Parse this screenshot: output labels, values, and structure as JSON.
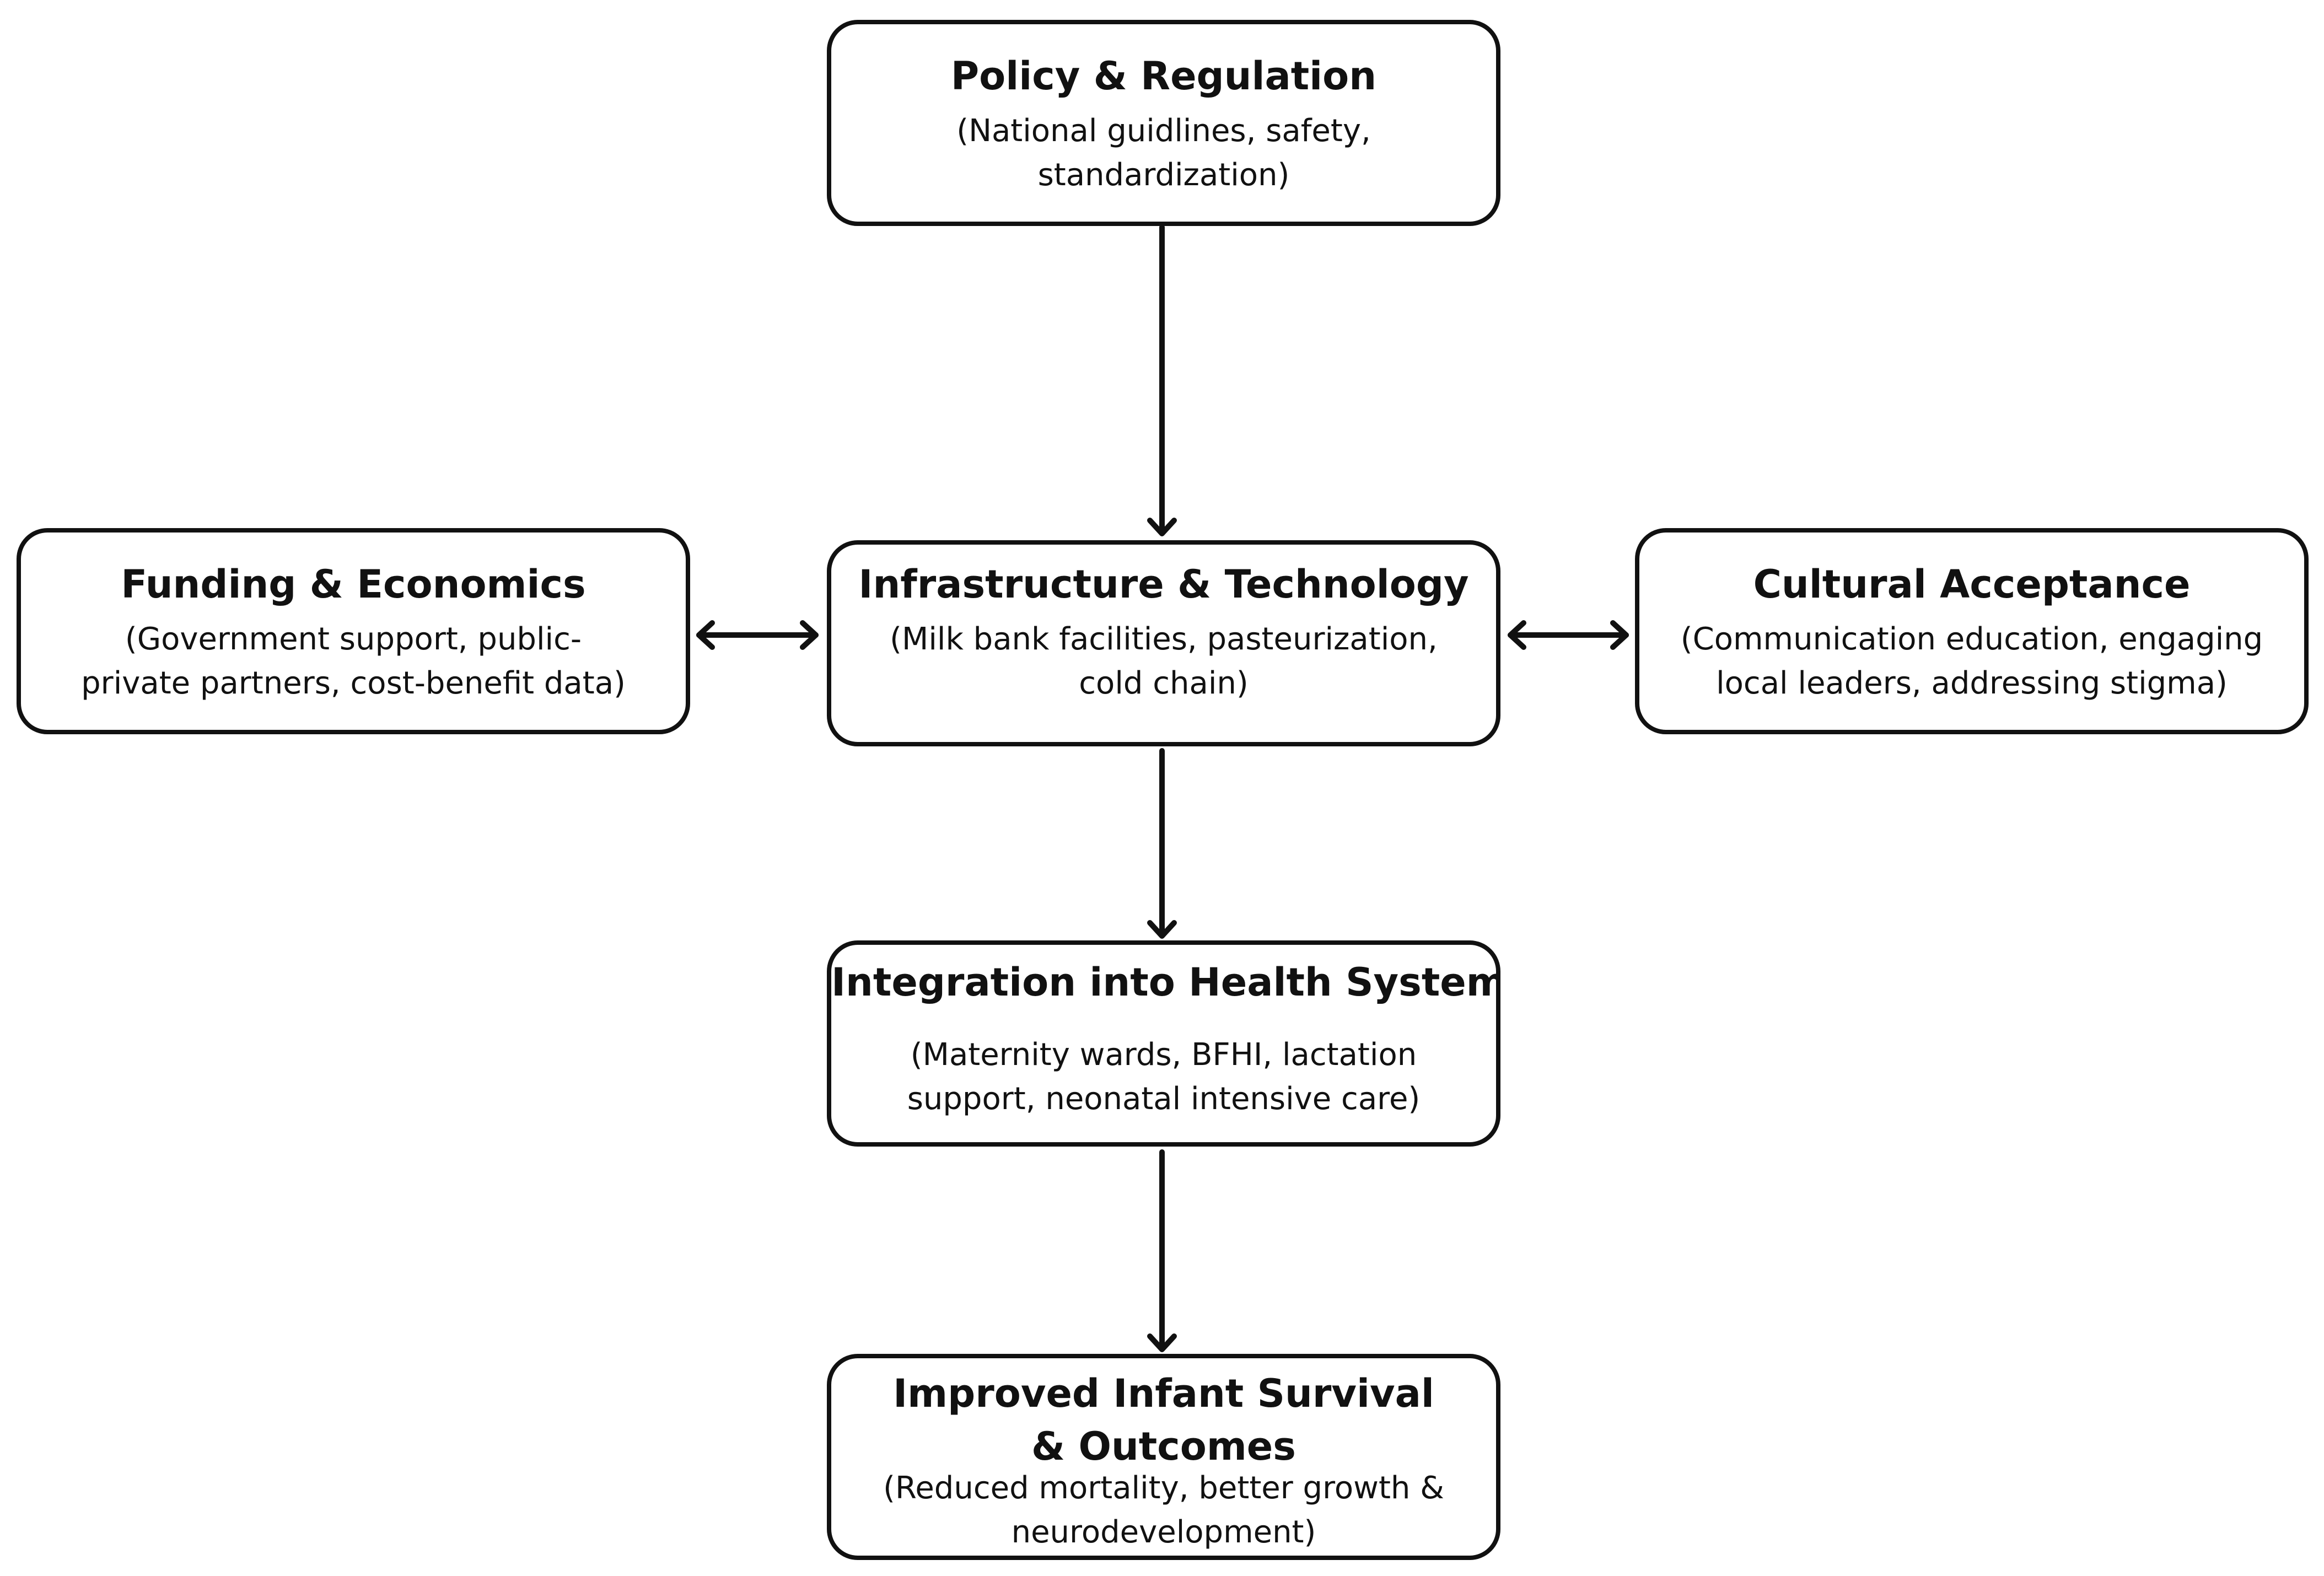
{
  "diagram": {
    "nodes": {
      "policy": {
        "title": "Policy & Regulation",
        "description": "(National guidlines, safety, standardization)"
      },
      "funding": {
        "title": "Funding & Economics",
        "description": "(Government support, public-private partners, cost-benefit data)"
      },
      "infrastructure": {
        "title": "Infrastructure & Technology",
        "description": "(Milk bank facilities, pasteurization, cold chain)"
      },
      "cultural": {
        "title": "Cultural Acceptance",
        "description": "(Communication education, engaging local leaders, addressing stigma)"
      },
      "integration": {
        "title": "Integration into Health Systems",
        "description": "(Maternity wards, BFHI, lactation support, neonatal intensive care)"
      },
      "outcomes": {
        "title": "Improved Infant Survival & Outcomes",
        "description": "(Reduced mortality, better growth & neurodevelopment)"
      }
    },
    "edges": [
      {
        "from": "policy",
        "to": "infrastructure",
        "direction": "forward"
      },
      {
        "from": "funding",
        "to": "infrastructure",
        "direction": "both"
      },
      {
        "from": "infrastructure",
        "to": "cultural",
        "direction": "both"
      },
      {
        "from": "infrastructure",
        "to": "integration",
        "direction": "forward"
      },
      {
        "from": "integration",
        "to": "outcomes",
        "direction": "forward"
      }
    ],
    "colors": {
      "stroke": "#111111",
      "background": "#ffffff"
    }
  }
}
